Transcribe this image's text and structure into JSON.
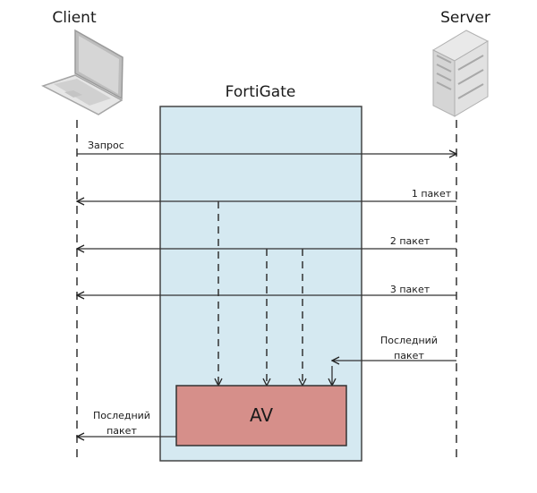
{
  "diagram": {
    "actors": {
      "client": {
        "label": "Client",
        "icon": "laptop-icon"
      },
      "server": {
        "label": "Server",
        "icon": "server-icon"
      },
      "fortigate": {
        "label": "FortiGate",
        "fill": "#d5e9f1"
      },
      "av": {
        "label": "AV",
        "fill": "#d68f8a"
      }
    },
    "messages": [
      {
        "id": "request",
        "label": "Запрос",
        "from": "client",
        "to": "server"
      },
      {
        "id": "packet-1",
        "label": "1 пакет",
        "from": "server",
        "to": "client"
      },
      {
        "id": "packet-2",
        "label": "2 пакет",
        "from": "server",
        "to": "client"
      },
      {
        "id": "packet-3",
        "label": "3 пакет",
        "from": "server",
        "to": "client"
      },
      {
        "id": "last-packet-in",
        "label_line1": "Последний",
        "label_line2": "пакет",
        "from": "server",
        "to": "av"
      },
      {
        "id": "last-packet-out",
        "label_line1": "Последний",
        "label_line2": "пакет",
        "from": "av",
        "to": "client"
      }
    ],
    "copies_to_av": [
      {
        "from": "packet-1"
      },
      {
        "from": "packet-2"
      },
      {
        "from": "packet-2"
      },
      {
        "from": "last-packet-in"
      }
    ]
  }
}
